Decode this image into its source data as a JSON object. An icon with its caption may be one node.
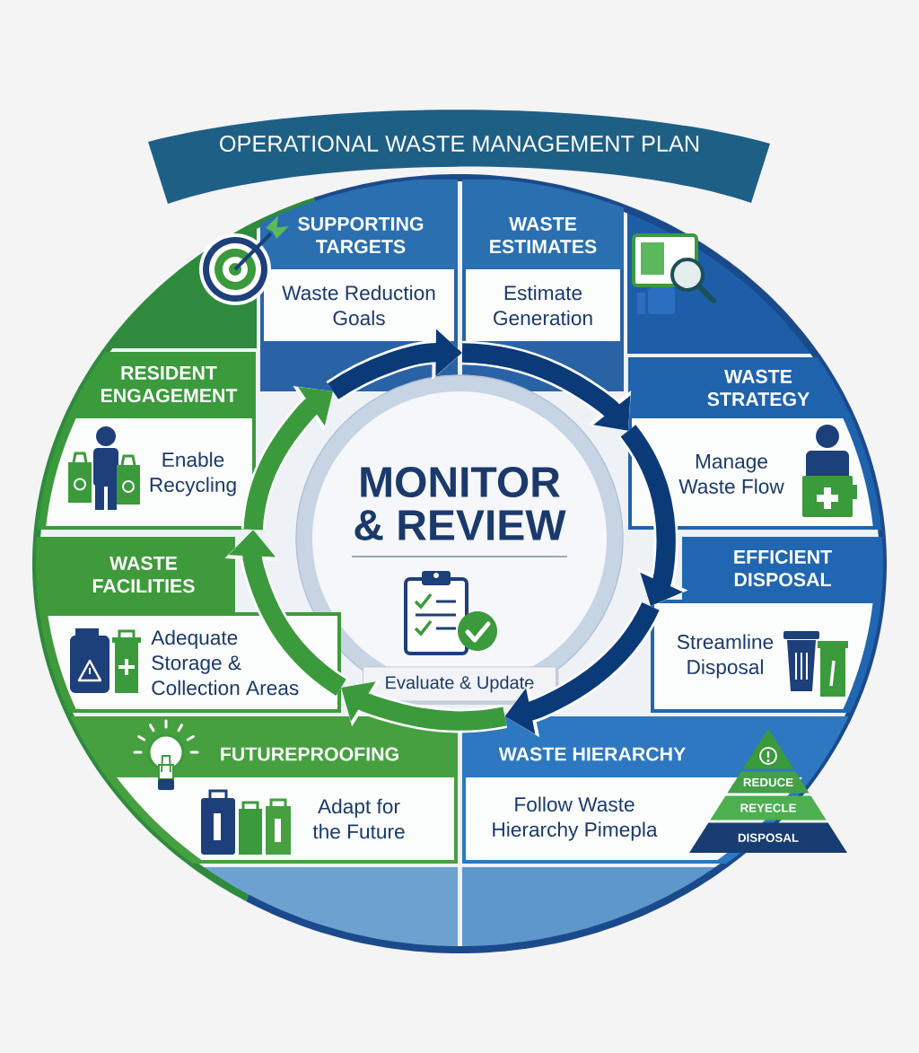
{
  "diagram": {
    "title": "OPERATIONAL WASTE MANAGEMENT PLAN",
    "nodes": [
      {
        "text": [
          "SUPPORTING TARGETS",
          "Waste Reduction Goals"
        ]
      },
      {
        "text": [
          "WASTE ESTIMATES",
          "Estimate Generation"
        ]
      },
      {
        "text": [
          "RESIDENT ENGAGEMENT",
          "Enable Recycling"
        ]
      },
      {
        "text": [
          "WASTE STRATEGY",
          "Manage Waste Flow"
        ]
      },
      {
        "text": [
          "MONITOR & REVIEW"
        ]
      },
      {
        "text": [
          "Evaluate & Update"
        ],
        "in": 4
      },
      {
        "text": [
          "WASTE FACILITIES",
          "Adequate Storage & Collection Areas"
        ]
      },
      {
        "text": [
          "EFFICIENT DISPOSAL",
          "Streamline Disposal"
        ]
      },
      {
        "text": [
          "FUTUREPROOFING",
          "Adapt for the Future"
        ]
      },
      {
        "text": [
          "WASTE HIERARCHY",
          "Follow Waste Hierarchy Pimepla"
        ]
      },
      {
        "text": [
          "REDUCE",
          "REYECLE",
          "DISPOSAL"
        ]
      }
    ],
    "edges": [
      {
        "from": 0,
        "to": 1,
        "arrow": "to"
      },
      {
        "from": 1,
        "to": 3,
        "arrow": "to"
      },
      {
        "from": 3,
        "to": 7,
        "arrow": "to"
      },
      {
        "from": 7,
        "to": 9,
        "arrow": "to"
      },
      {
        "from": 9,
        "to": 6,
        "arrow": "to",
        "color": "#3b9a3c"
      },
      {
        "from": 6,
        "to": 2,
        "arrow": "to",
        "color": "#3b9a3c"
      },
      {
        "from": 2,
        "to": 0,
        "arrow": "to",
        "color": "#3b9a3c"
      }
    ]
  }
}
